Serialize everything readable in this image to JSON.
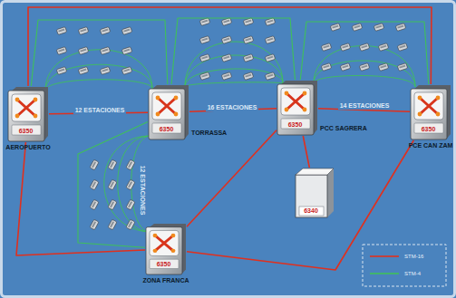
{
  "diagram": {
    "nodes": [
      {
        "text": [
          "6350",
          "AEROPUERTO"
        ]
      },
      {
        "text": [
          "6350",
          "TORRASSA"
        ]
      },
      {
        "text": [
          "6350",
          "PCC SAGRERA"
        ]
      },
      {
        "text": [
          "6350",
          "PCE CAN ZAM"
        ]
      },
      {
        "text": [
          "6350",
          "ZONA FRANCA"
        ]
      },
      {
        "text": [
          "6340"
        ]
      }
    ],
    "edges": [
      {
        "from": 0,
        "to": 1,
        "arrow": "none"
      },
      {
        "from": 1,
        "to": 2,
        "arrow": "none"
      },
      {
        "from": 2,
        "to": 3,
        "arrow": "none"
      },
      {
        "from": 0,
        "to": 3,
        "arrow": "none"
      },
      {
        "from": 0,
        "to": 4,
        "arrow": "none"
      },
      {
        "from": 4,
        "to": 2,
        "arrow": "none"
      },
      {
        "from": 4,
        "to": 3,
        "arrow": "none"
      },
      {
        "from": 2,
        "to": 5,
        "arrow": "none"
      },
      {
        "from": 0,
        "to": 1,
        "arrow": "none"
      },
      {
        "from": 1,
        "to": 2,
        "arrow": "none"
      },
      {
        "from": 2,
        "to": 3,
        "arrow": "none"
      },
      {
        "from": 1,
        "to": 4,
        "arrow": "none"
      }
    ],
    "labels": [
      "12 ESTACIONES",
      "16 ESTACIONES",
      "14 ESTACIONES",
      "12 ESTACIONES"
    ],
    "legend": [
      {
        "text": "STM-16"
      },
      {
        "text": "STM-4"
      }
    ]
  }
}
